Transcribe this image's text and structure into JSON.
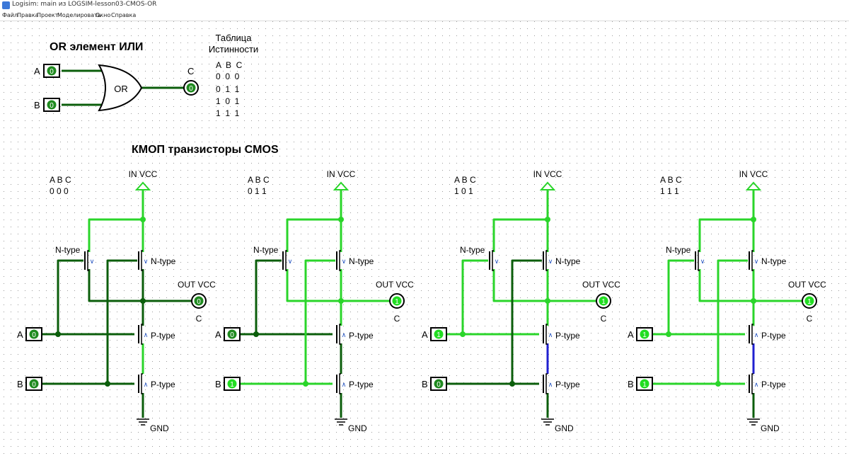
{
  "window": {
    "title": "Logisim: main из LOGSIM-lesson03-CMOS-OR"
  },
  "menu": [
    "Файл",
    "Правка",
    "Проект",
    "Моделировать",
    "Окно",
    "Справка"
  ],
  "colors": {
    "wire_on": "#2ad52a",
    "wire_off": "#0b5e0b",
    "wire_float": "#2020d0",
    "pin_on": "#22dd22",
    "pin_off": "#1f8a1f",
    "grid": "#9a9a9a"
  },
  "or_section": {
    "heading": "OR  элемент ИЛИ",
    "input_a": {
      "label": "A",
      "value": "0"
    },
    "input_b": {
      "label": "B",
      "value": "0"
    },
    "gate_label": "OR",
    "output": {
      "label": "C",
      "value": "0"
    }
  },
  "truth_table": {
    "title_line1": "Таблица",
    "title_line2": "Истинности",
    "header": "A  B  C",
    "rows": [
      "0  0  0",
      "0  1  1",
      "1  0  1",
      "1  1  1"
    ]
  },
  "cmos_heading": "КМОП транзисторы CMOS",
  "circuits": [
    {
      "table_header": "A  B  C",
      "table_row": "0  0  0",
      "a": "0",
      "b": "0",
      "out": "0"
    },
    {
      "table_header": "A  B  C",
      "table_row": "0  1  1",
      "a": "0",
      "b": "1",
      "out": "1"
    },
    {
      "table_header": "A  B  C",
      "table_row": "1  0  1",
      "a": "1",
      "b": "0",
      "out": "1"
    },
    {
      "table_header": "A  B  C",
      "table_row": "1  1  1",
      "a": "1",
      "b": "1",
      "out": "1"
    }
  ],
  "circuit_labels": {
    "vcc": "IN VCC",
    "gnd": "GND",
    "out_vcc": "OUT VCC",
    "out": "C",
    "n_type": "N-type",
    "p_type": "P-type",
    "pin_a": "A",
    "pin_b": "B"
  }
}
